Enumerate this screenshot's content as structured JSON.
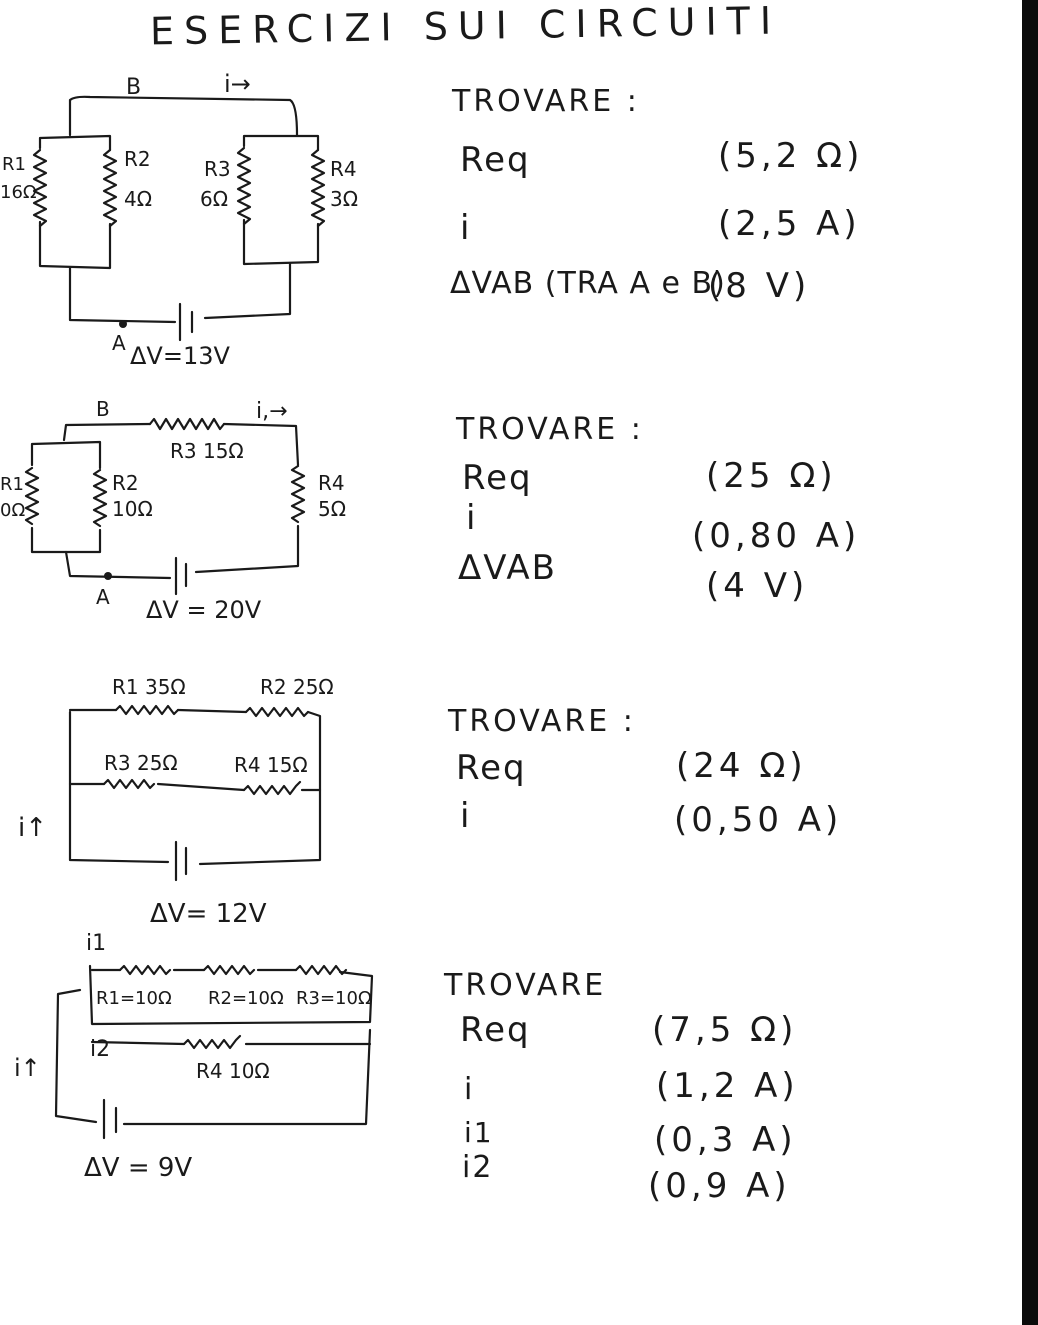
{
  "title": "ESERCIZI SUI CIRCUITI",
  "exercises": [
    {
      "labels": {
        "node_b": "B",
        "node_a": "A",
        "current": "i→",
        "r1": "R1",
        "r1_val": "16Ω",
        "r2": "R2",
        "r2_val": "4Ω",
        "r3": "R3",
        "r3_val": "6Ω",
        "r4": "R4",
        "r4_val": "3Ω",
        "voltage": "ΔV=13V"
      },
      "find_label": "TROVARE :",
      "items": [
        {
          "q": "Req",
          "a": "(5,2 Ω)"
        },
        {
          "q": "i",
          "a": "(2,5 A)"
        },
        {
          "q": "ΔVAB (TRA A e B)",
          "a": "(8 V)"
        }
      ]
    },
    {
      "labels": {
        "node_b": "B",
        "node_a": "A",
        "current": "i,→",
        "r1": "R1",
        "r1_val": "0Ω",
        "r2": "R2",
        "r2_val": "10Ω",
        "r3": "R3 15Ω",
        "r4": "R4",
        "r4_val": "5Ω",
        "voltage": "ΔV = 20V"
      },
      "find_label": "TROVARE :",
      "items": [
        {
          "q": "Req",
          "a": "(25 Ω)"
        },
        {
          "q": "i",
          "a": "(0,80 A)"
        },
        {
          "q": "ΔVAB",
          "a": "(4 V)"
        }
      ]
    },
    {
      "labels": {
        "r1": "R1 35Ω",
        "r2": "R2 25Ω",
        "r3": "R3 25Ω",
        "r4": "R4 15Ω",
        "current": "i↑",
        "voltage": "ΔV= 12V"
      },
      "find_label": "TROVARE :",
      "items": [
        {
          "q": "Req",
          "a": "(24 Ω)"
        },
        {
          "q": "i",
          "a": "(0,50 A)"
        }
      ]
    },
    {
      "labels": {
        "i1": "i1",
        "i2": "i2",
        "r1": "R1=10Ω",
        "r2": "R2=10Ω",
        "r3": "R3=10Ω",
        "r4": "R4 10Ω",
        "current": "i↑",
        "voltage": "ΔV = 9V"
      },
      "find_label": "TROVARE",
      "items": [
        {
          "q": "Req",
          "a": "(7,5 Ω)"
        },
        {
          "q": "i",
          "a": "(1,2 A)"
        },
        {
          "q": "i1",
          "a": "(0,3 A)"
        },
        {
          "q": "i2",
          "a": "(0,9 A)"
        }
      ]
    }
  ],
  "icons": [
    "battery-icon",
    "resistor-icon",
    "node-dot-icon"
  ]
}
